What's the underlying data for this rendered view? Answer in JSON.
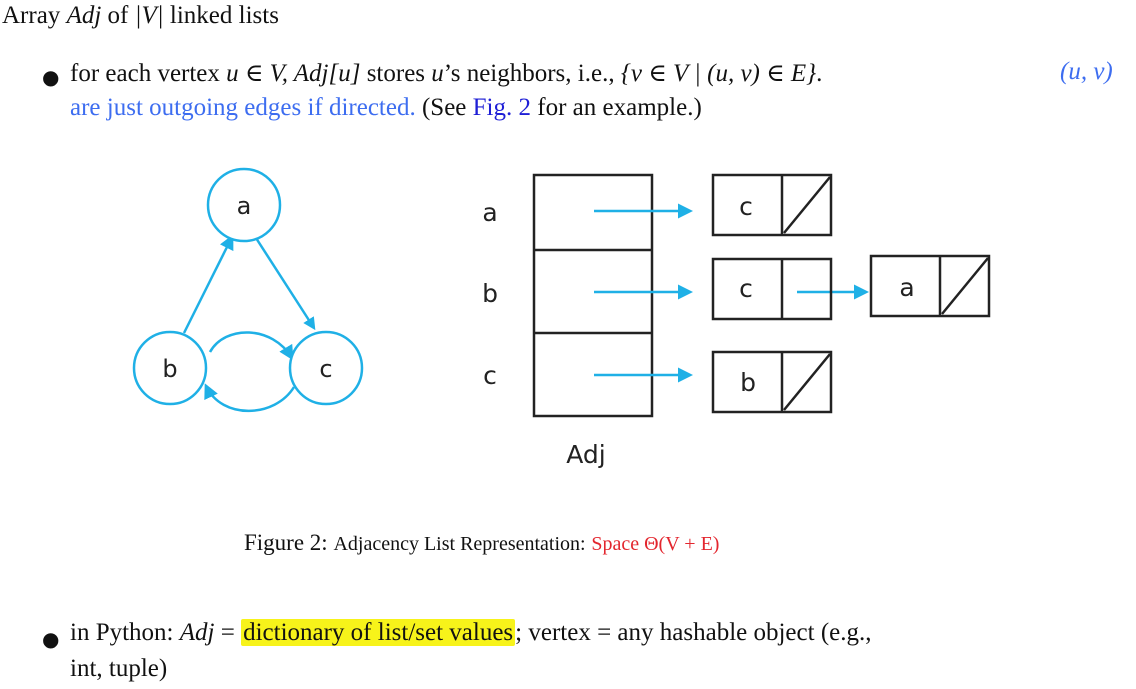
{
  "heading": {
    "prefix": "Array ",
    "adj": "Adj",
    "of": " of ",
    "abs_v": "|V|",
    "suffix": " linked lists"
  },
  "bullet1": {
    "text_a": "for each vertex ",
    "math_a": "u ∈ V, Adj[u]",
    "text_b": " stores ",
    "math_b": "u",
    "text_c": "’s neighbors, i.e., ",
    "math_c": "{v ∈ V | (u, v) ∈ E}",
    "text_d": ".",
    "blue_math": "(u, v)",
    "blue_text": "are just outgoing edges if directed.",
    "see_a": " (See ",
    "fig_link": "Fig. 2",
    "see_b": " for an example.)"
  },
  "graph": {
    "nodes": [
      "a",
      "b",
      "c"
    ]
  },
  "adj_list": {
    "row_labels": [
      "a",
      "b",
      "c"
    ],
    "list_nodes": {
      "a_row": [
        "c"
      ],
      "b_row": [
        "c",
        "a"
      ],
      "c_row": [
        "b"
      ]
    },
    "array_label": "Adj"
  },
  "caption": {
    "figure": "Figure 2:",
    "title": "Adjacency List Representation:",
    "space": "Space Θ(V + E)"
  },
  "bullet2": {
    "text_a": "in Python: ",
    "math_a": "Adj",
    "text_b": " = ",
    "highlight": "dictionary of list/set values",
    "text_c": "; vertex = any hashable object (e.g.,",
    "line2": "int, tuple)"
  },
  "colors": {
    "graph_blue": "#1fb0e6",
    "text_blue": "#3d6df0",
    "link_blue": "#1f1fd6",
    "red": "#e3262e",
    "highlight": "#f7f31a"
  }
}
